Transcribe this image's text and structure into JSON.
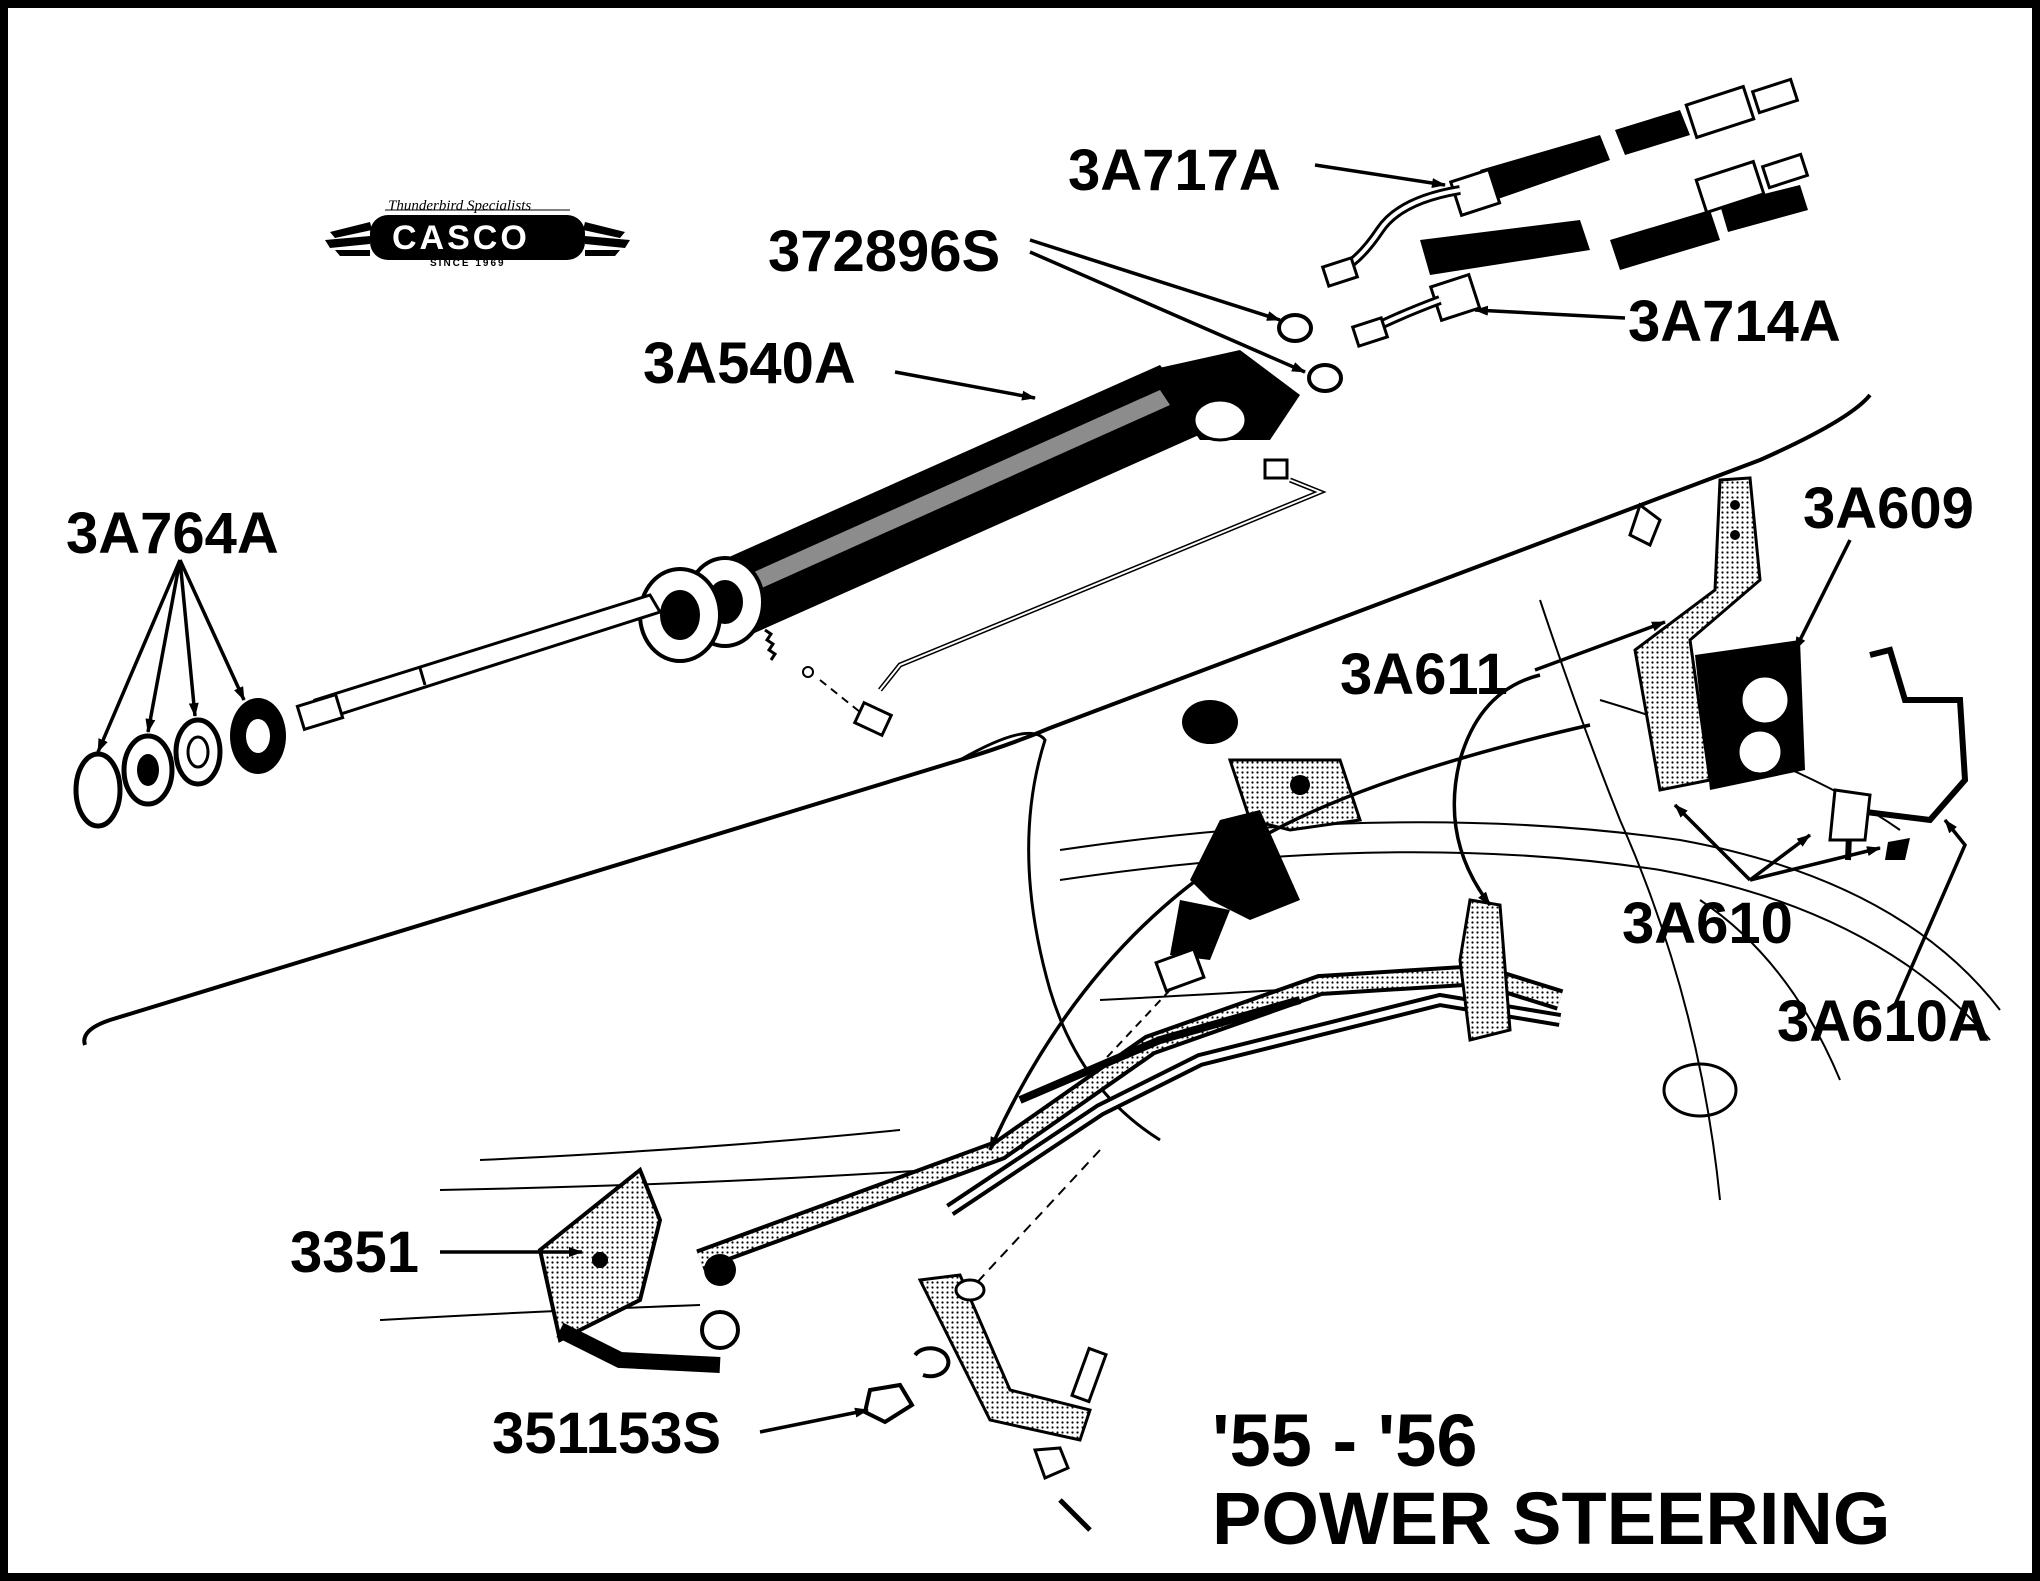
{
  "logo": {
    "tagline": "Thunderbird Specialists",
    "name": "CASCO",
    "since": "SINCE 1969"
  },
  "parts": {
    "p1": "3A717A",
    "p2": "372896S",
    "p3": "3A714A",
    "p4": "3A540A",
    "p5": "3A764A",
    "p6": "3A609",
    "p7": "3A611",
    "p8": "3A610",
    "p9": "3A610A",
    "p10": "3351",
    "p11": "351153S"
  },
  "title": {
    "line1": "'55 - '56",
    "line2": "POWER  STEERING"
  },
  "colors": {
    "ink": "#000000",
    "paper": "#ffffff"
  }
}
